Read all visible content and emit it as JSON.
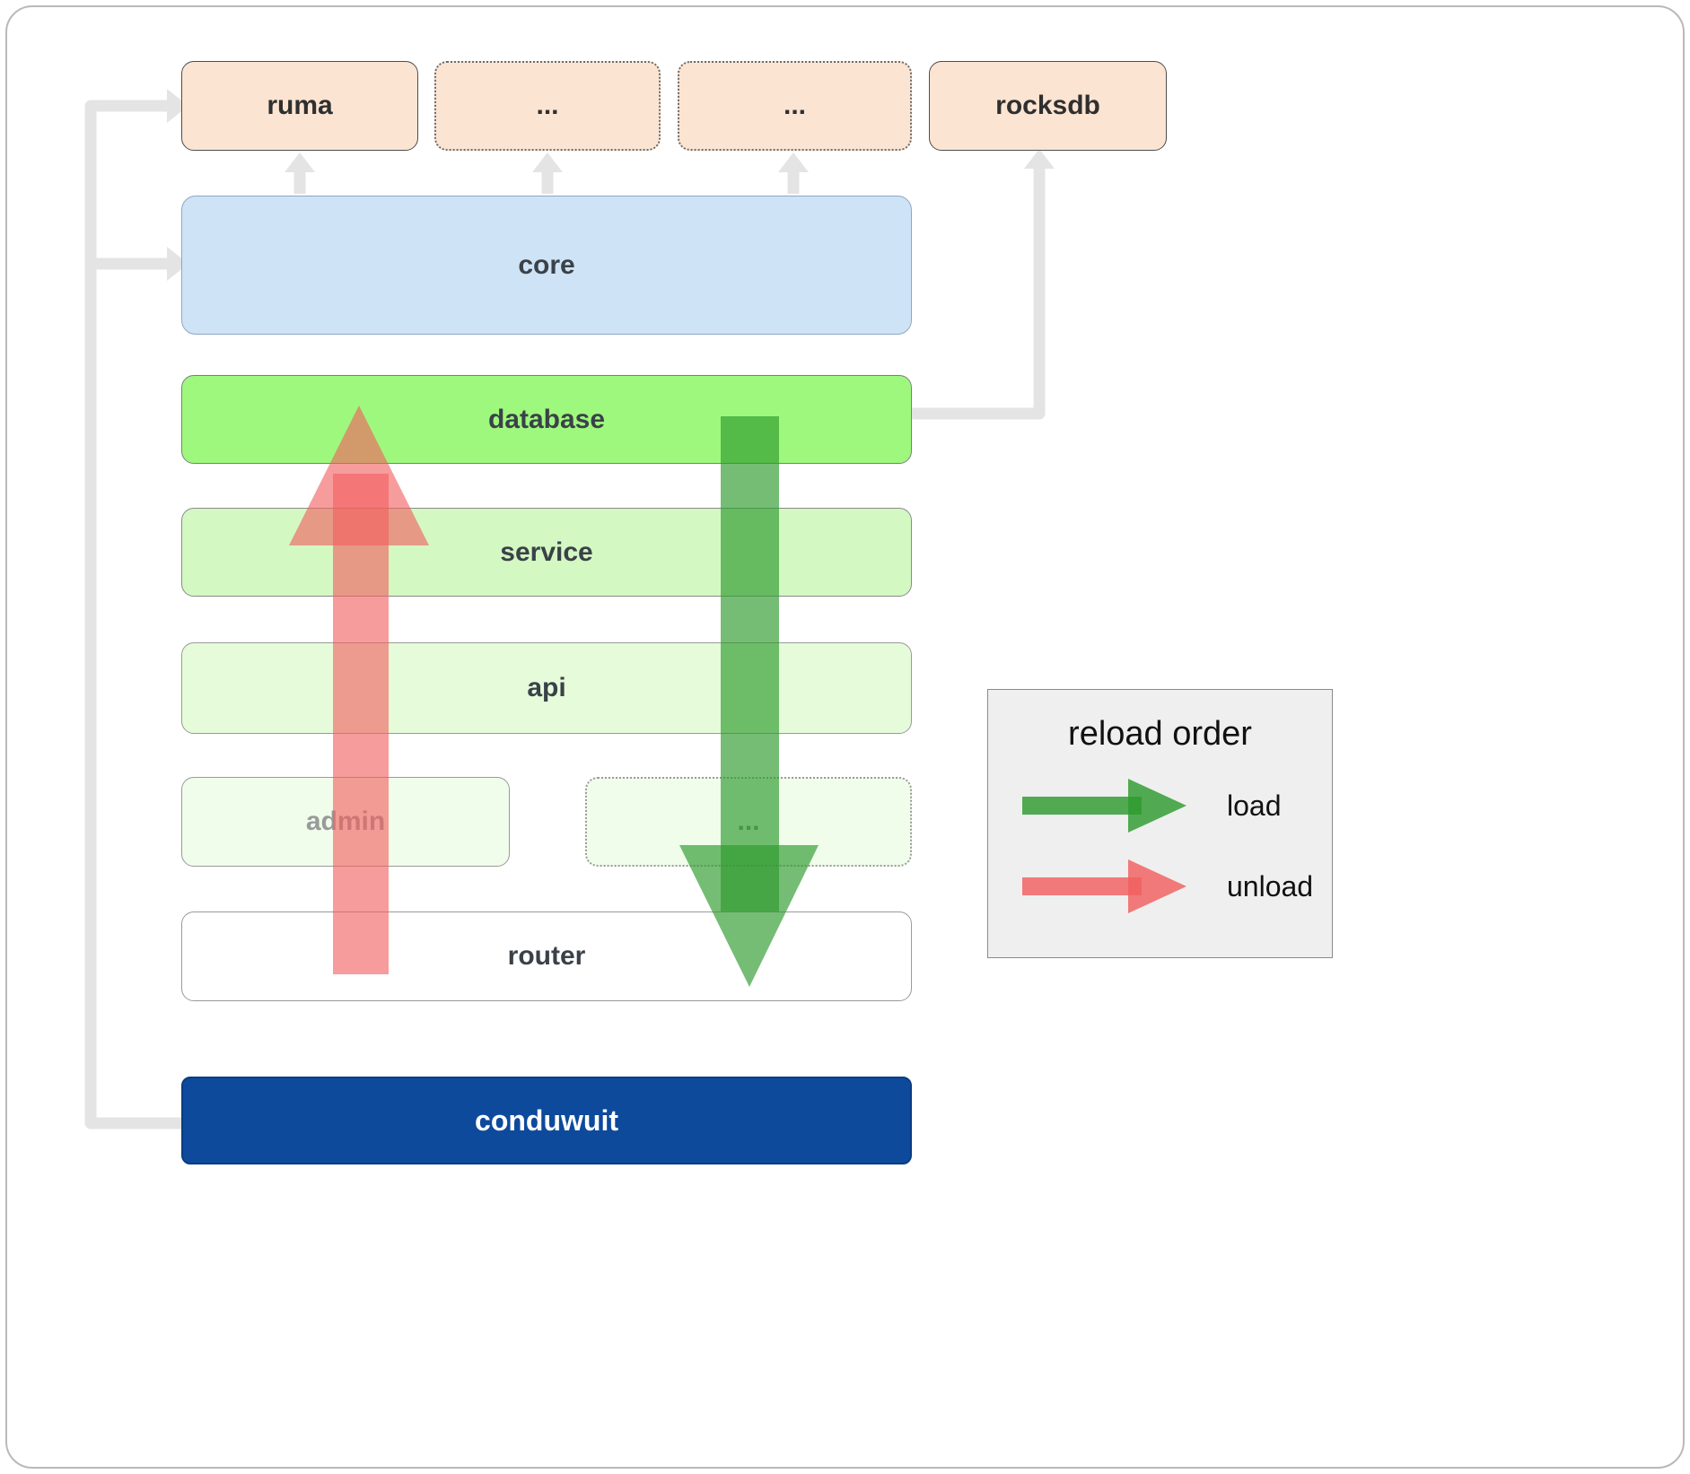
{
  "nodes": {
    "ruma": {
      "label": "ruma"
    },
    "ext1": {
      "label": "..."
    },
    "ext2": {
      "label": "..."
    },
    "rocksdb": {
      "label": "rocksdb"
    },
    "core": {
      "label": "core"
    },
    "database": {
      "label": "database"
    },
    "service": {
      "label": "service"
    },
    "api": {
      "label": "api"
    },
    "admin": {
      "label": "admin"
    },
    "more": {
      "label": "..."
    },
    "router": {
      "label": "router"
    },
    "conduwuit": {
      "label": "conduwuit"
    }
  },
  "legend": {
    "title": "reload order",
    "items": [
      {
        "label": "load",
        "color": "#2e9b2e"
      },
      {
        "label": "unload",
        "color": "#f25f5f"
      }
    ]
  },
  "colors": {
    "external_box": "#fbe4d2",
    "core_box": "#cfe3f7",
    "database_box": "#9ef87d",
    "service_box": "#d3f8c2",
    "api_box": "#e5fbda",
    "admin_box": "#f0fdea",
    "router_box": "#ffffff",
    "conduwuit_box": "#0d4a9c",
    "load_arrow": "#2e9b2e",
    "unload_arrow": "#f25f5f",
    "connector": "#e4e4e4"
  }
}
